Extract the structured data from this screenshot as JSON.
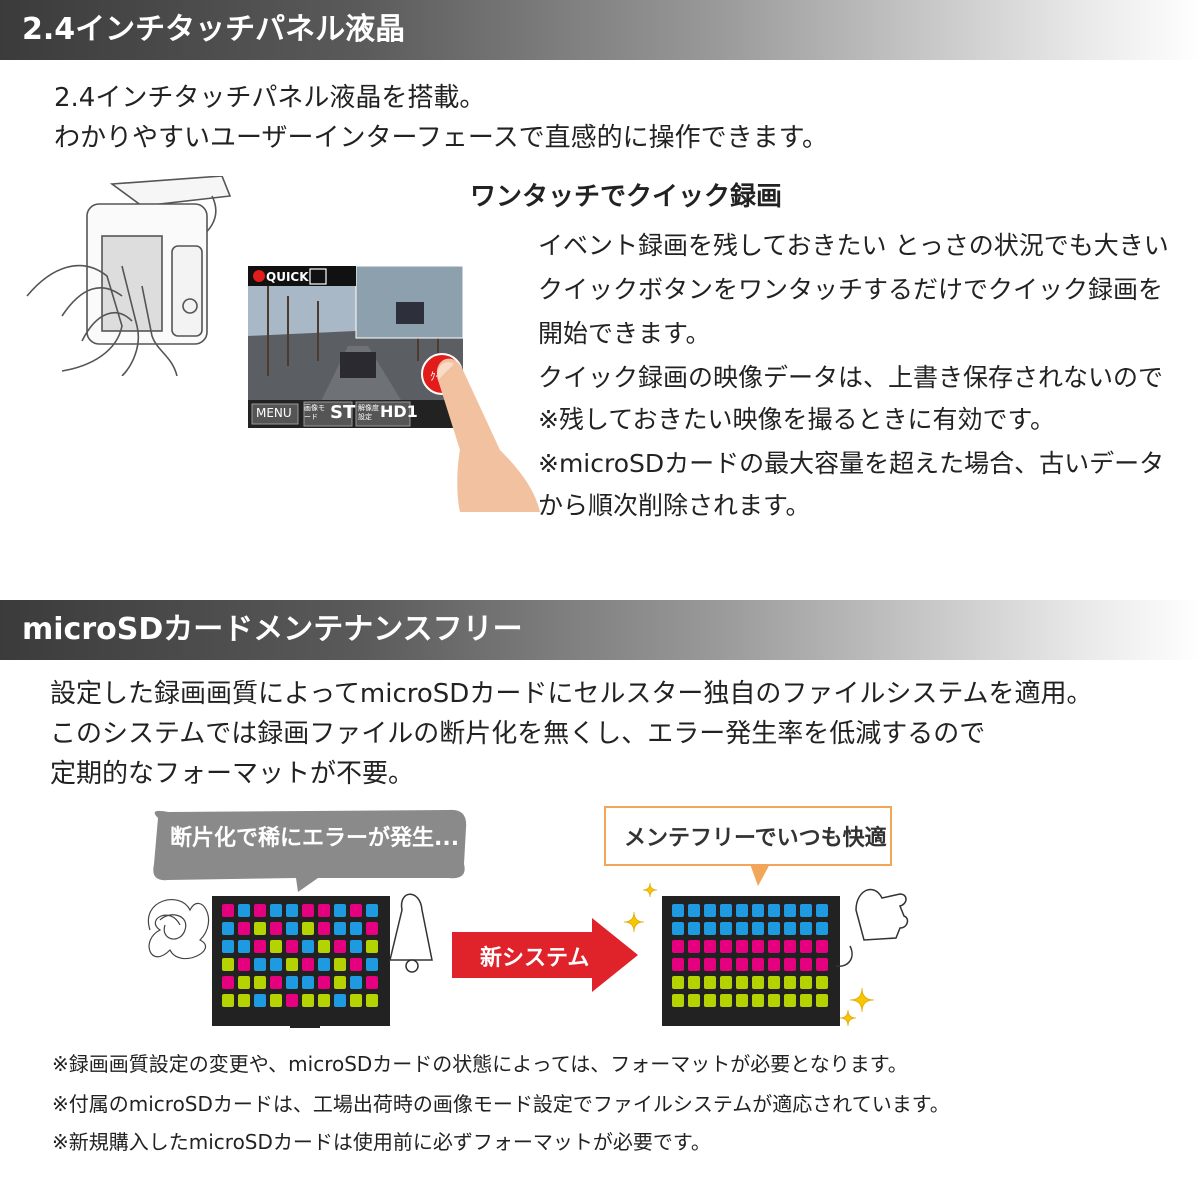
{
  "section1": {
    "title": "2.4インチタッチパネル液晶",
    "intro": [
      "2.4インチタッチパネル液晶を搭載。",
      "わかりやすいユーザーインターフェースで直感的に操作できます。"
    ],
    "quick_title": "ワンタッチでクイック録画",
    "quick_lines": [
      "イベント録画を残しておきたい とっさの状況でも大きい",
      "クイックボタンをワンタッチするだけでクイック録画を",
      "開始できます。",
      "クイック録画の映像データは、上書き保存されないので",
      "※残しておきたい映像を撮るときに有効です。",
      "※microSDカードの最大容量を超えた場合、古いデータ",
      "から順次削除されます。"
    ],
    "screen": {
      "quick_label": "QUICK",
      "menu_label": "MENU",
      "mode_label": "画像モード",
      "mode_value": "ST",
      "setting_label": "解像度設定",
      "setting_value": "HD1",
      "button_label": "ｸｲｯｸ"
    }
  },
  "section2": {
    "title": "microSDカードメンテナンスフリー",
    "lines": [
      "設定した録画画質によってmicroSDカードにセルスター独自のファイルシステムを適用。",
      "このシステムでは録画ファイルの断片化を無くし、エラー発生率を低減するので",
      "定期的なフォーマットが不要。"
    ],
    "bubble_left": "断片化で稀にエラーが発生...",
    "bubble_right": "メンテフリーでいつも快適",
    "arrow_label": "新システム",
    "notes": [
      "※録画画質設定の変更や、microSDカードの状態によっては、フォーマットが必要となります。",
      "※付属のmicroSDカードは、工場出荷時の画像モード設定でファイルシステムが適応されています。",
      "※新規購入したmicroSDカードは使用前に必ずフォーマットが必要です。"
    ]
  },
  "colors": {
    "magenta": "#e4007f",
    "cyan": "#1e9be0",
    "lime": "#b5d300",
    "arrow_red": "#e0222a",
    "bubble_gray": "#8a8a8a",
    "bubble_border": "#f2a65a",
    "star_yellow": "#f7c600"
  }
}
